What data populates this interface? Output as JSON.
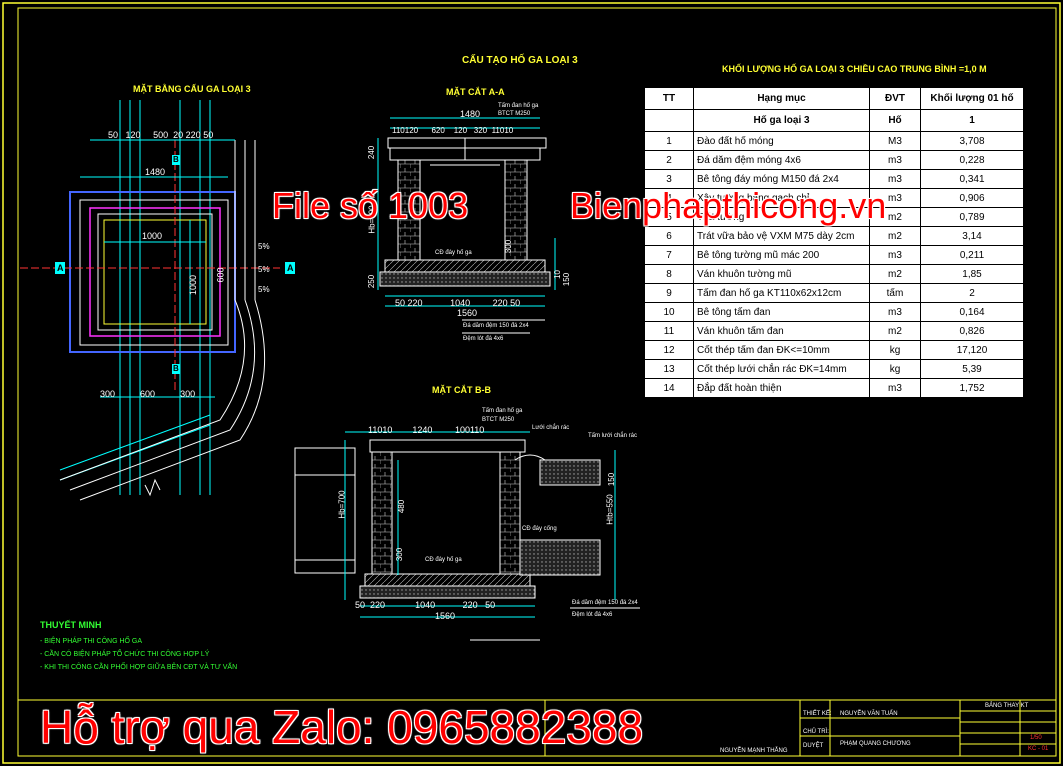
{
  "titles": {
    "main": "CẤU TẠO HỐ GA LOẠI 3",
    "plan": "MẶT BẰNG CẤU GA LOẠI 3",
    "section_a": "MẶT CẮT A-A",
    "section_b": "MẶT CẮT B-B",
    "table_title": "KHỐI LƯỢNG HỐ GA LOẠI 3 CHIỀU CAO TRUNG BÌNH =1,0 M",
    "notes": "THUYẾT MINH"
  },
  "table": {
    "headers": [
      "TT",
      "Hạng mục",
      "ĐVT",
      "Khối lượng 01 hố"
    ],
    "subheader": [
      "",
      "Hố ga loại 3",
      "Hố",
      "1"
    ],
    "rows": [
      [
        "1",
        "Đào đất hố móng",
        "M3",
        "3,708"
      ],
      [
        "2",
        "Đá dăm đệm móng 4x6",
        "m3",
        "0,228"
      ],
      [
        "3",
        "Bê tông đáy móng M150 đá 2x4",
        "m3",
        "0,341"
      ],
      [
        "4",
        "Xây tường bằng gạch chỉ",
        "m3",
        "0,906"
      ],
      [
        "5",
        "Trát tường",
        "m2",
        "0,789"
      ],
      [
        "6",
        "Trát vữa bảo vệ VXM M75 dày 2cm",
        "m2",
        "3,14"
      ],
      [
        "7",
        "Bê tông tường mũ mác 200",
        "m3",
        "0,211"
      ],
      [
        "8",
        "Ván khuôn tường mũ",
        "m2",
        "1,85"
      ],
      [
        "9",
        "Tấm đan hố ga KT110x62x12cm",
        "tấm",
        "2"
      ],
      [
        "10",
        "Bê tông tấm đan",
        "m3",
        "0,164"
      ],
      [
        "11",
        "Ván khuôn  tấm đan",
        "m2",
        "0,826"
      ],
      [
        "12",
        "Cốt thép tấm đan ĐK<=10mm",
        "kg",
        "17,120"
      ],
      [
        "13",
        "Cốt thép lưới chắn rác ĐK=14mm",
        "kg",
        "5,39"
      ],
      [
        "14",
        "Đắp đất hoàn thiện",
        "m3",
        "1,752"
      ]
    ]
  },
  "watermarks": {
    "file": "File số 1003",
    "site": "Bienphapthicong.vn",
    "zalo": "Hỗ trợ qua Zalo: 0965882388"
  },
  "dims": {
    "plan_top": [
      "50",
      "120",
      "500",
      "20",
      "220",
      "50"
    ],
    "plan_1480": "1480",
    "plan_1000": "1000",
    "plan_v1000": "1000",
    "plan_600": "600",
    "plan_bottom": [
      "300",
      "600",
      "300"
    ],
    "slope": [
      "5%",
      "5%",
      "5%"
    ],
    "a_1480": "1480",
    "a_top": [
      "110",
      "120",
      "620",
      "120",
      "320",
      "110",
      "10"
    ],
    "a_bottom": [
      "50",
      "220",
      "1040",
      "220",
      "50"
    ],
    "a_1560": "1560",
    "a_left": [
      "240",
      "Hb=700",
      "250"
    ],
    "a_right": [
      "300",
      "10",
      "150"
    ],
    "b_top": [
      "110",
      "10",
      "1240",
      "100",
      "110"
    ],
    "b_bottom": [
      "50",
      "220",
      "1040",
      "220",
      "50"
    ],
    "b_1560": "1560",
    "b_left": [
      "Hb=700",
      "480",
      "300"
    ],
    "b_right": [
      "Htb=550",
      "150"
    ]
  },
  "labels": {
    "cover": "Tấm đan hố ga",
    "btct": "BTCT M250",
    "cd_a": "CĐ đáy hố ga",
    "base_a": "Đá dăm đệm 150 đá 2x4",
    "base_a2": "Đệm lót đá 4x6",
    "cd_b": "CĐ đáy hố ga",
    "cd_pipe": "CĐ đáy cống",
    "grate": "Lưới chắn rác",
    "grate2": "Tấm lưới chắn rác",
    "base_b": "Đá dăm đệm 150 đá 2x4",
    "base_b2": "Đệm lót đá 4x6",
    "section_a_mark": "A",
    "section_b_mark": "B"
  },
  "notes": [
    "- BIỆN PHÁP THI CÔNG HỐ GA",
    "- CẦN CÓ BIỆN PHÁP TỔ CHỨC THI CÔNG HỢP LÝ",
    "- KHI THI CÔNG CẦN PHỐI HỢP GIỮA BÊN CĐT VÀ TƯ VẤN"
  ],
  "title_block": {
    "designer_label": "THIẾT KẾ:",
    "designer": "NGUYỄN VĂN TUẤN",
    "checker_label": "CHỦ TRÌ:",
    "checker": "PHẠM QUANG CHƯƠNG",
    "approver": "NGUYỄN MẠNH THẮNG",
    "approver_label": "DUYỆT",
    "drawing": "BẢNG THAY KT",
    "scale": "1/50",
    "code": "KC - 01"
  },
  "colors": {
    "frame": "#ffff33",
    "wall": "#ffffff",
    "dim": "#00ffff",
    "pipe": "#ff33ff",
    "axis": "#ff3333",
    "green": "#33ff33"
  }
}
